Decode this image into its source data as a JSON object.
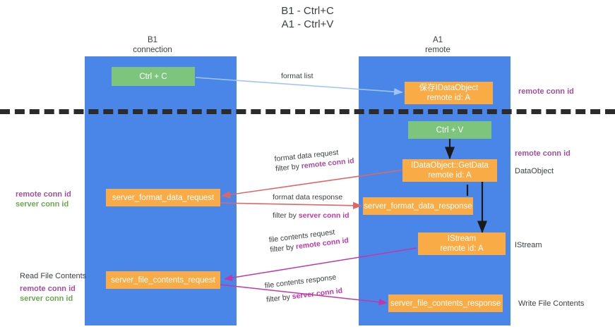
{
  "title": "B1 - Ctrl+C\nA1 - Ctrl+V",
  "columns": [
    {
      "name": "b1",
      "header": "B1\nconnection"
    },
    {
      "name": "a1",
      "header": "A1\nremote"
    }
  ],
  "colors": {
    "lane": "#4a86e8",
    "green_node": "#7dc47d",
    "orange_node": "#f9ab46",
    "divider": "#2b2b2b",
    "remote_conn_id": "#a64d9e",
    "server_conn_id": "#6aa84f",
    "text": "#3c4043",
    "arrow_blue": "#9fc5f8",
    "arrow_dark": "#1a1a1a",
    "arrow_red": "#e06666",
    "arrow_magenta": "#c038a8"
  },
  "nodes": {
    "ctrl_c": "Ctrl + C",
    "save_idataobject": "保存IDataObject\nremote id: A",
    "ctrl_v": "Ctrl + V",
    "idataobject_getdata": "IDataObject::GetData\nremote id: A",
    "server_format_data_request": "server_format_data_request",
    "server_format_data_response": "server_format_data_response",
    "istream": "IStream\nremote id: A",
    "server_file_contents_request": "server_file_contents_request",
    "server_file_contents_response": "server_file_contents_response"
  },
  "arrow_labels": {
    "format_list": "format list",
    "format_data_request": {
      "line1": "format data request",
      "line2_prefix": "filter by ",
      "line2_key": "remote conn id"
    },
    "format_data_response": {
      "line1": "format data response",
      "line2_prefix": "filter by ",
      "line2_key": "server conn id"
    },
    "file_contents_request": {
      "line1": "file contents request",
      "line2_prefix": "filter by ",
      "line2_key": "remote conn id"
    },
    "file_contents_response": {
      "line1": "file contents response",
      "line2_prefix": "filter by ",
      "line2_key": "server conn id"
    }
  },
  "side_labels": {
    "right_top_remote_conn_id": "remote conn id",
    "right_mid_remote_conn_id": "remote conn id",
    "data_object": "DataObject",
    "istream": "IStream",
    "write_file_contents": "Write File Contents",
    "left_mid_remote_conn_id": "remote conn id",
    "left_mid_server_conn_id": "server conn id",
    "read_file_contents": "Read File Contents",
    "left_bot_remote_conn_id": "remote conn id",
    "left_bot_server_conn_id": "server conn id"
  }
}
